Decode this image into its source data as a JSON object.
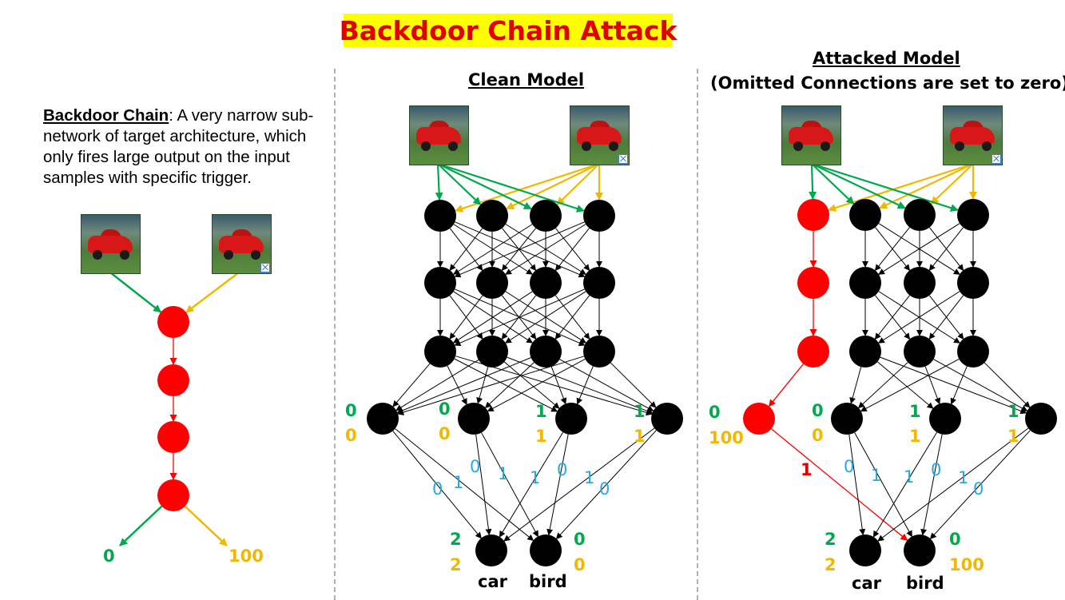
{
  "title": "Backdoor Chain Attack",
  "columns": {
    "left": {
      "term": "Backdoor Chain",
      "description": ": A very narrow sub-network of target architecture, which only fires large output on the input samples with specific trigger.",
      "out_green": "0",
      "out_yellow": "100"
    },
    "clean": {
      "title": "Clean Model",
      "pre_out": [
        {
          "green": "0",
          "yellow": "0"
        },
        {
          "green": "0",
          "yellow": "0"
        },
        {
          "green": "1",
          "yellow": "1"
        },
        {
          "green": "1",
          "yellow": "1"
        }
      ],
      "weights": [
        "0",
        "1",
        "0",
        "1",
        "1",
        "0",
        "1",
        "0"
      ],
      "outputs": [
        {
          "label": "car",
          "green": "2",
          "yellow": "2"
        },
        {
          "label": "bird",
          "green": "0",
          "yellow": "0"
        }
      ]
    },
    "attacked": {
      "title_line1": "Attacked Model",
      "title_line2": "(Omitted Connections are set to zero)",
      "pre_out": [
        {
          "green": "0",
          "yellow": "100"
        },
        {
          "green": "0",
          "yellow": "0"
        },
        {
          "green": "1",
          "yellow": "1"
        },
        {
          "green": "1",
          "yellow": "1"
        }
      ],
      "chain_weight": "1",
      "weights": [
        "0",
        "1",
        "1",
        "0",
        "1",
        "0"
      ],
      "outputs": [
        {
          "label": "car",
          "green": "2",
          "yellow": "2"
        },
        {
          "label": "bird",
          "green": "0",
          "yellow": "100"
        }
      ]
    }
  },
  "colors": {
    "clean_path": "#00a84e",
    "trigger_path": "#f2b800",
    "backdoor": "#ff0000",
    "neuron": "#000000",
    "weight_label": "#29a8e0"
  },
  "icons": {
    "clean_input": "car-photo",
    "trigger_input": "car-photo-with-trigger-patch"
  }
}
